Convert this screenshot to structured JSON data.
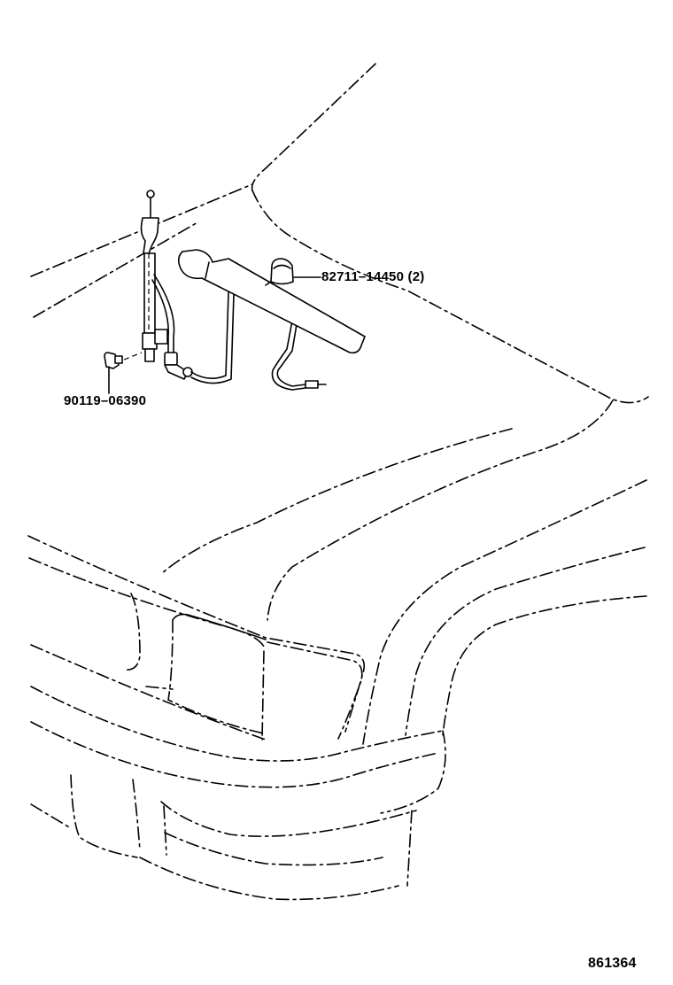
{
  "callouts": {
    "clamp_part_number": "82711–14450 (2)",
    "screw_part_number": "90119–06390"
  },
  "illustration_number": "861364"
}
